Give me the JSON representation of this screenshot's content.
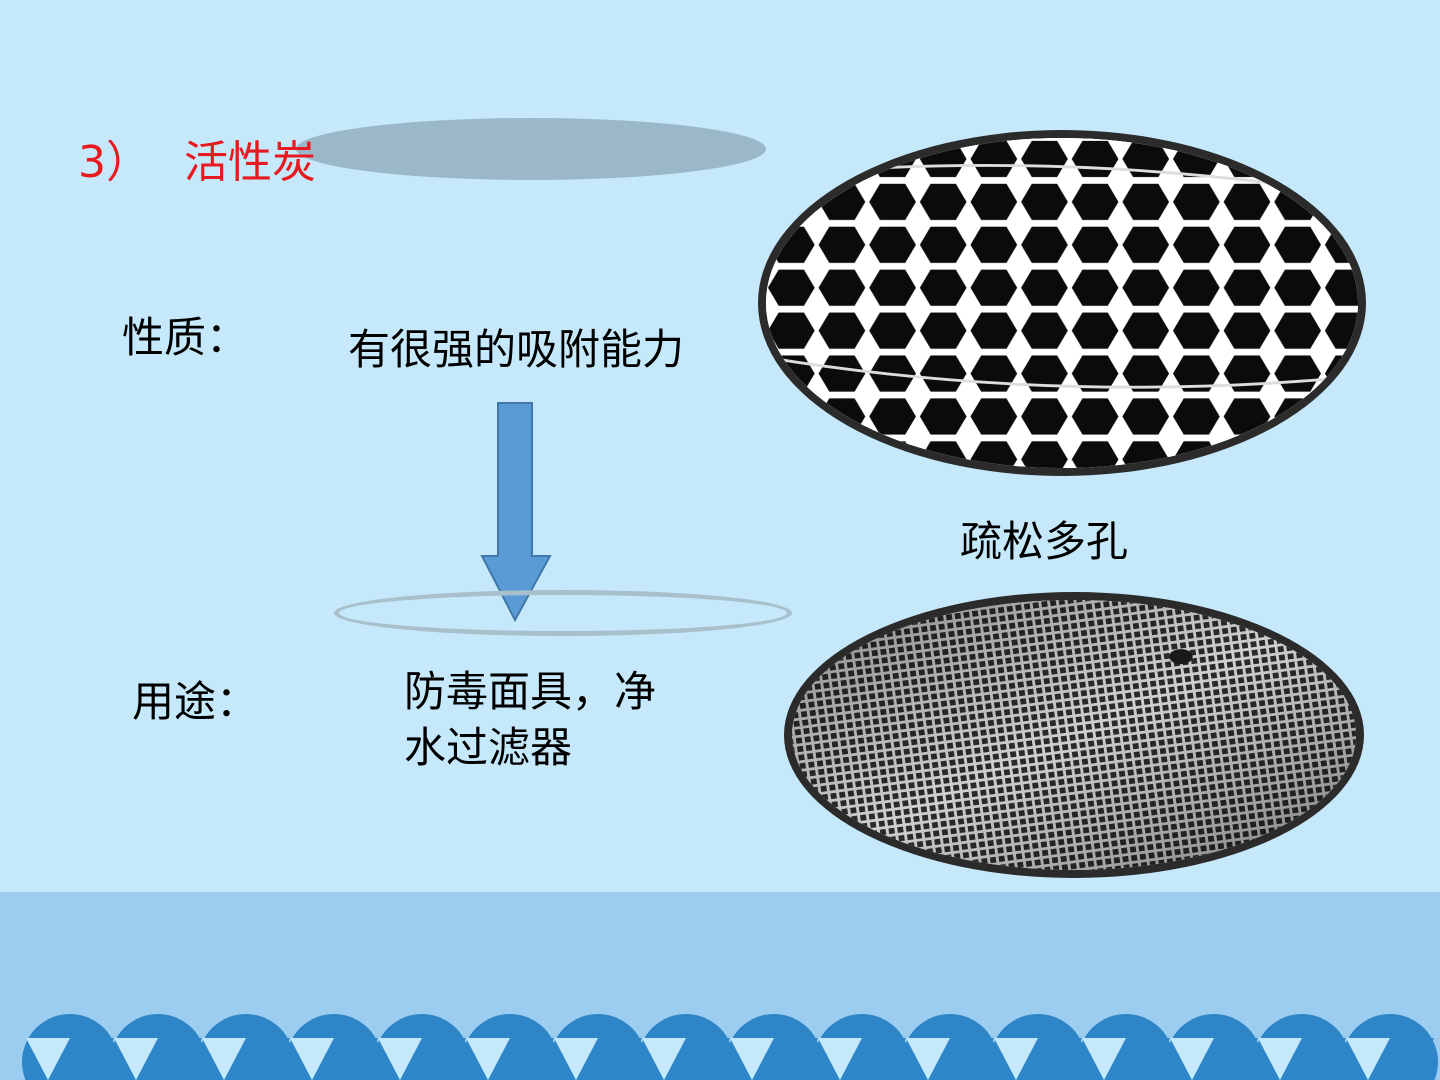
{
  "slide": {
    "title_number": "3）",
    "title_text": "活性炭",
    "property_label": "性质：",
    "property_value": "有很强的吸附能力",
    "porous_caption": "疏松多孔",
    "use_label": "用途：",
    "use_value_line1": "防毒面具，净",
    "use_value_line2": "水过滤器"
  },
  "colors": {
    "background": "#c5e9fb",
    "title": "#e8191f",
    "arrow": "#5b9bd5",
    "wave_band": "#9ccdf0",
    "wave": "#2e86c9"
  }
}
